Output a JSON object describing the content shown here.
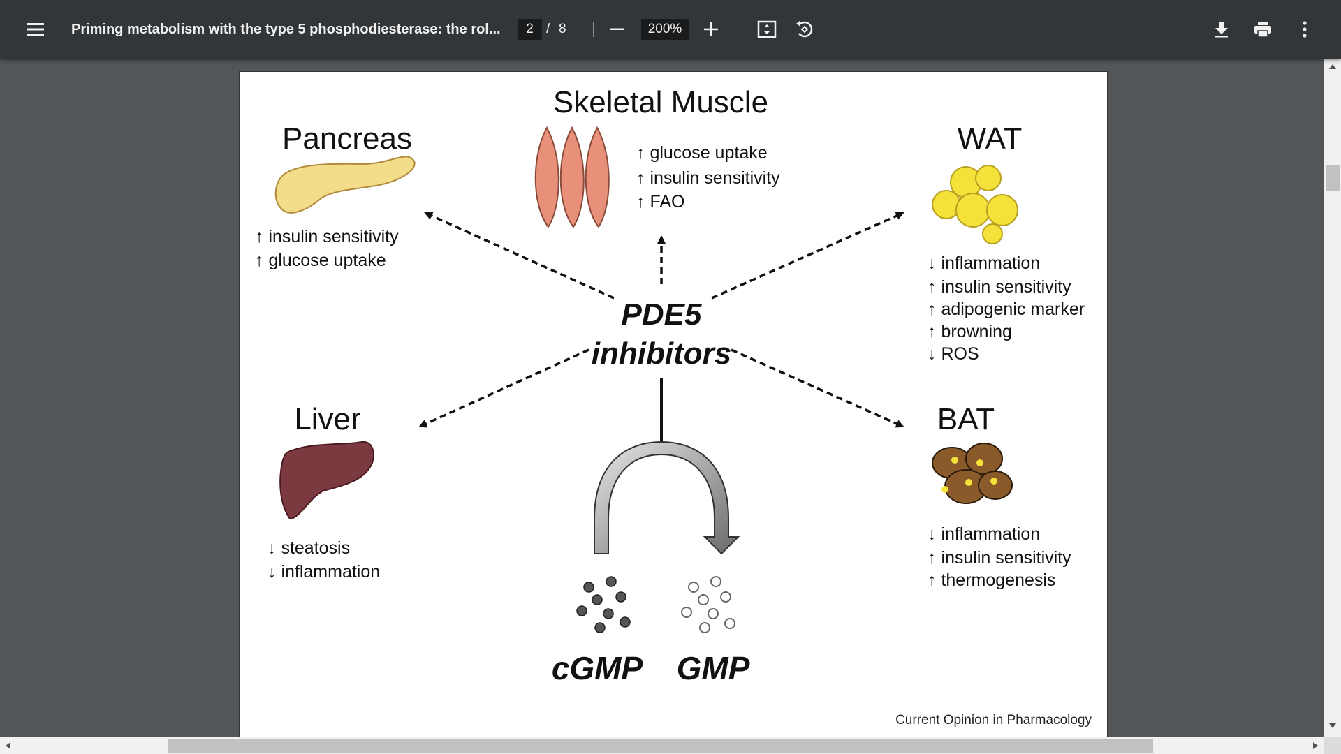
{
  "toolbar": {
    "title": "Priming metabolism with the type 5 phosphodiesterase: the rol...",
    "current_page": "2",
    "page_separator": "/",
    "total_pages": "8",
    "zoom": "200%",
    "icons": {
      "menu": "hamburger-menu-icon",
      "zoom_out": "minus-icon",
      "zoom_in": "plus-icon",
      "fit": "fit-to-page-icon",
      "rotate": "rotate-counterclockwise-icon",
      "download": "download-icon",
      "print": "print-icon",
      "more": "more-vertical-icon"
    }
  },
  "figure": {
    "center_label_line1": "PDE5",
    "center_label_line2": "inhibitors",
    "skeletal_muscle": {
      "title": "Skeletal Muscle",
      "effects": [
        "↑ glucose uptake",
        "↑ insulin sensitivity",
        "↑ FAO"
      ]
    },
    "pancreas": {
      "title": "Pancreas",
      "effects": [
        "↑ insulin sensitivity",
        "↑ glucose uptake"
      ]
    },
    "wat": {
      "title": "WAT",
      "effects": [
        "↓ inflammation",
        "↑ insulin sensitivity",
        "↑ adipogenic marker",
        "↑ browning",
        "↓ ROS"
      ]
    },
    "liver": {
      "title": "Liver",
      "effects": [
        "↓ steatosis",
        "↓ inflammation"
      ]
    },
    "bat": {
      "title": "BAT",
      "effects": [
        "↓ inflammation",
        "↑ insulin sensitivity",
        "↑ thermogenesis"
      ]
    },
    "cgmp_label": "cGMP",
    "gmp_label": "GMP",
    "credit": "Current Opinion in Pharmacology"
  },
  "colors": {
    "toolbar_bg": "#323639",
    "viewer_bg": "#525659",
    "muscle": "#e8907a",
    "pancreas": "#f3dc8a",
    "wat": "#f4e23a",
    "liver": "#7a3a40",
    "bat": "#8a5a2a"
  }
}
